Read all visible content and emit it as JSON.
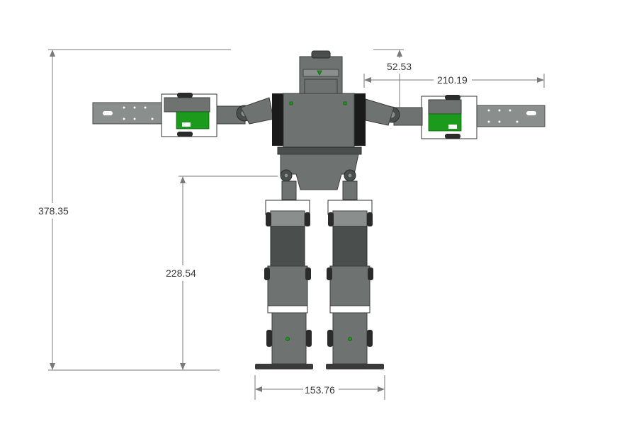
{
  "dimensions": {
    "total_height": "378.35",
    "leg_height": "228.54",
    "head_offset": "52.53",
    "arm_span": "210.19",
    "stance_width": "153.76"
  },
  "colors": {
    "metal": "#6e7271",
    "metal_dark": "#4a4e4d",
    "servo_board": "#1b9a1b",
    "dimension_line": "#7a7a7a",
    "dimension_text": "#3a3a3a"
  }
}
